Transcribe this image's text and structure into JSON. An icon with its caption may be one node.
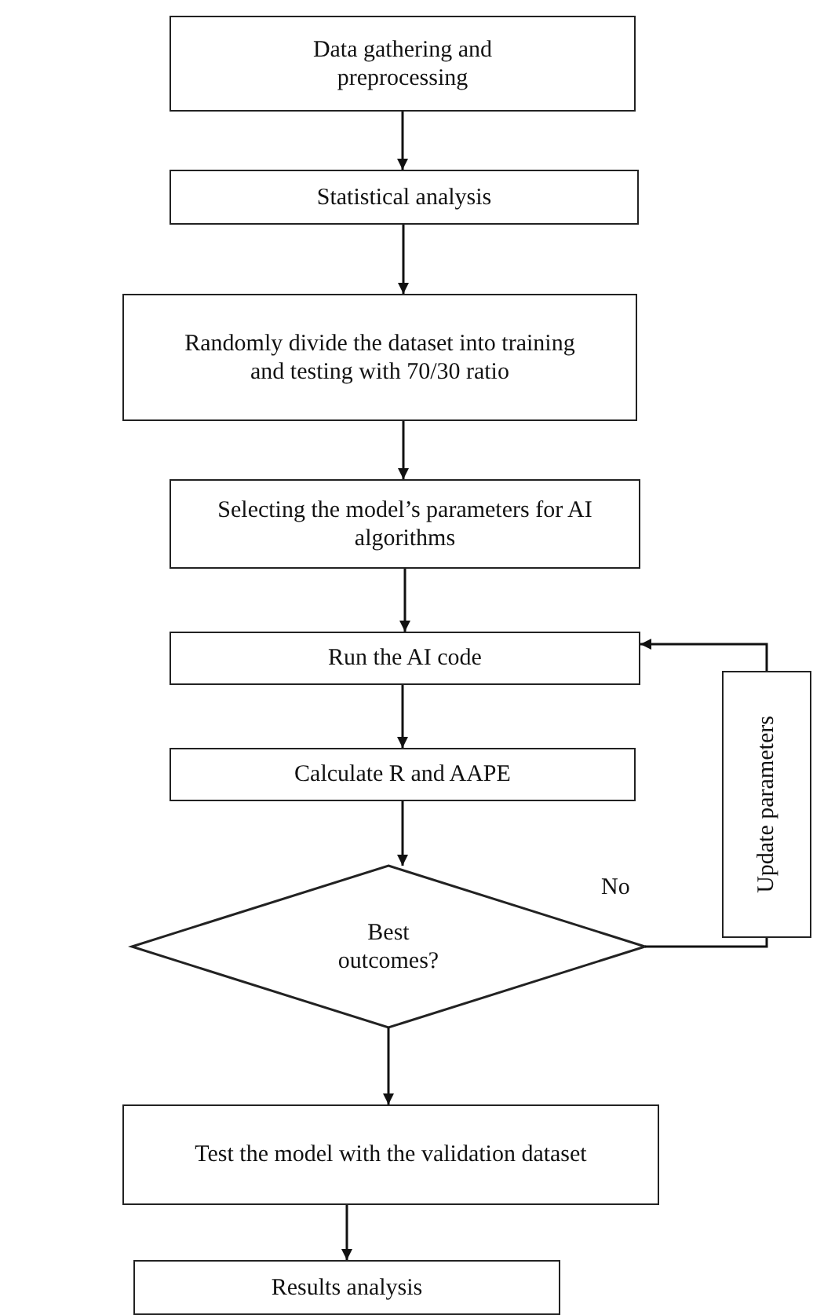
{
  "diagram": {
    "nodes": [
      {
        "text": [
          "Data gathering and preprocessing"
        ]
      },
      {
        "text": [
          "Statistical analysis"
        ]
      },
      {
        "text": [
          "Randomly divide the dataset into training and testing with 70/30 ratio"
        ]
      },
      {
        "text": [
          "Selecting the model’s parameters for AI algorithms"
        ]
      },
      {
        "text": [
          "Run the AI code"
        ]
      },
      {
        "text": [
          "Calculate R and AAPE"
        ]
      },
      {
        "text": [
          "Best outcomes?"
        ]
      },
      {
        "text": [
          "Test the model with the validation dataset"
        ]
      },
      {
        "text": [
          "Results analysis"
        ]
      },
      {
        "text": [
          "Update parameters"
        ]
      }
    ],
    "edges": [
      {
        "from": 0,
        "to": 1,
        "arrow": "to"
      },
      {
        "from": 1,
        "to": 2,
        "arrow": "to"
      },
      {
        "from": 2,
        "to": 3,
        "arrow": "to"
      },
      {
        "from": 3,
        "to": 4,
        "arrow": "to"
      },
      {
        "from": 4,
        "to": 5,
        "arrow": "to"
      },
      {
        "from": 5,
        "to": 6,
        "arrow": "to"
      },
      {
        "from": 6,
        "to": 7,
        "arrow": "to"
      },
      {
        "from": 7,
        "to": 8,
        "arrow": "to"
      },
      {
        "from": 6,
        "to": 9,
        "arrow": "none",
        "label": "No"
      },
      {
        "from": 9,
        "to": 4,
        "arrow": "to"
      }
    ]
  }
}
